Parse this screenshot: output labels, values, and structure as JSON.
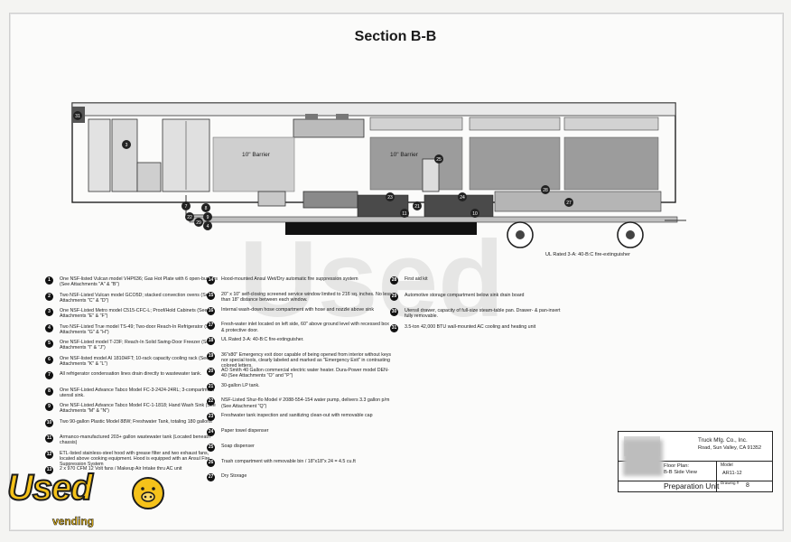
{
  "title": "Section B-B",
  "barrier_labels": [
    "10\" Barrier",
    "10\" Barrier"
  ],
  "ul_note": "UL Rated 3-A: 40-B:C fire-extinguisher",
  "callouts": [
    "31",
    "3",
    "4",
    "7",
    "8",
    "9",
    "21",
    "22",
    "25",
    "23",
    "24",
    "11",
    "10",
    "27",
    "28",
    "29"
  ],
  "legend_col1": [
    {
      "num": "1",
      "text": "One NSF-listed Vulcan model VHP636; Gas Hot Plate with 6 open-burners (See Attachments \"A\" & \"B\")"
    },
    {
      "num": "2",
      "text": "Two NSF-Listed Vulcan model GCO5D; stacked convection ovens (See Attachments \"C\" & \"D\")"
    },
    {
      "num": "3",
      "text": "One NSF-Listed Metro model C515-CFC-L; Proof/Hold Cabinets (See Attachments \"E\" & \"F\")"
    },
    {
      "num": "4",
      "text": "Two NSF-Listed True model TS-49; Two-door Reach-In Refrigerator (See Attachments \"G\" & \"H\")"
    },
    {
      "num": "5",
      "text": "One NSF-Listed model T-23F; Reach-In Solid Swing-Door Freezer (See Attachments \"I\" & \"J\")"
    },
    {
      "num": "6",
      "text": "One NSF-listed model AI 1810HFT; 10-rack capacity cooling rack (See Attachments \"K\" & \"L\")"
    },
    {
      "num": "7",
      "text": "All refrigerator condensation lines drain directly to wastewater tank."
    },
    {
      "num": "8",
      "text": "One NSF-Listed Advance Tabco Model FC-3-2424-24RL; 3-compartment utensil sink."
    },
    {
      "num": "9",
      "text": "One NSF-Listed Advance Tabco Model FC-1-1818; Hand Wash Sink (See Attachments \"M\" & \"N\")"
    },
    {
      "num": "10",
      "text": "Two 90-gallon Plastic Model 88W; Freshwater Tank, totaling 180 gallons"
    },
    {
      "num": "11",
      "text": "Armanco-manufactured 203+ gallon wastewater tank (Located beneath chassis)"
    },
    {
      "num": "12",
      "text": "ETL-listed stainless-steel hood with grease filter and two exhaust fans, located above cooking equipment. Hood is equipped with an Ansul Fire Suppression System"
    },
    {
      "num": "13",
      "text": "2 x 970 CFM 12 Volt fans / Makeup Air Intake thru AC unit"
    }
  ],
  "legend_col2": [
    {
      "num": "14",
      "text": "Hood-mounted Ansul Wet/Dry automatic fire suppression system"
    },
    {
      "num": "15",
      "text": "20\" x 10\" self-closing screened service window limited to 216 sq. inches. No less than 18\" distance between each window."
    },
    {
      "num": "16",
      "text": "Internal wash-down hose compartment with hose and nozzle above sink"
    },
    {
      "num": "17",
      "text": "Fresh-water inlet located on left side, 60\" above ground level with recessed box & protective door."
    },
    {
      "num": "18",
      "text": "UL Rated 3-A: 40-B:C fire-extinguisher."
    },
    {
      "num": "19",
      "text": "36\"x80\" Emergency exit door capable of being opened from interior without keys nor special tools, clearly labeled and marked as \"Emergency Exit\" in contrasting colored letters."
    },
    {
      "num": "20",
      "text": "AO Smith 40 Gallon commercial electric water heater. Dura-Power model DEN-40 (See Attachments \"O\" and \"P\")"
    },
    {
      "num": "21",
      "text": "30-gallon LP tank."
    },
    {
      "num": "22",
      "text": "NSF-Listed Shur-flo Model # 2088-554-154 water pump, delivers 3.3 gallon p/m (See Attachment \"Q\")"
    },
    {
      "num": "23",
      "text": "Freshwater tank inspection and sanitizing clean-out with removable cap"
    },
    {
      "num": "24",
      "text": "Paper towel dispenser"
    },
    {
      "num": "25",
      "text": "Soap dispenser"
    },
    {
      "num": "26",
      "text": "Trash compartment with removable bin / 18\"x18\"x 24 = 4.5 cu.ft"
    },
    {
      "num": "27",
      "text": "Dry Storage"
    }
  ],
  "legend_col3": [
    {
      "num": "28",
      "text": "First aid kit"
    },
    {
      "num": "29",
      "text": "Automotive storage compartment below sink drain board"
    },
    {
      "num": "30",
      "text": "Utensil drawer, capacity of full-size steam-table pan. Drawer- & pan-insert fully removable."
    },
    {
      "num": "31",
      "text": "3.5-ton 42,000 BTU wall-mounted AC cooling and heating unit"
    }
  ],
  "title_block": {
    "company": "Truck Mfg. Co., Inc.",
    "address": "Road, Sun Valley, CA 91352",
    "floor_plan_label": "Floor Plan:",
    "floor_plan_value": "B-B Side View",
    "model_label": "Model",
    "model_value": "AR11-12",
    "unit_name": "Preparation Unit",
    "drawing_label": "Drawing #",
    "drawing_value": "8"
  },
  "watermark": {
    "brand": "Used",
    "sub": "vending"
  },
  "colors": {
    "ink": "#1a1a1a",
    "steel": "#a9a9a9",
    "dark_panel": "#4a4a4a",
    "brand_yellow": "#f5c21a"
  }
}
